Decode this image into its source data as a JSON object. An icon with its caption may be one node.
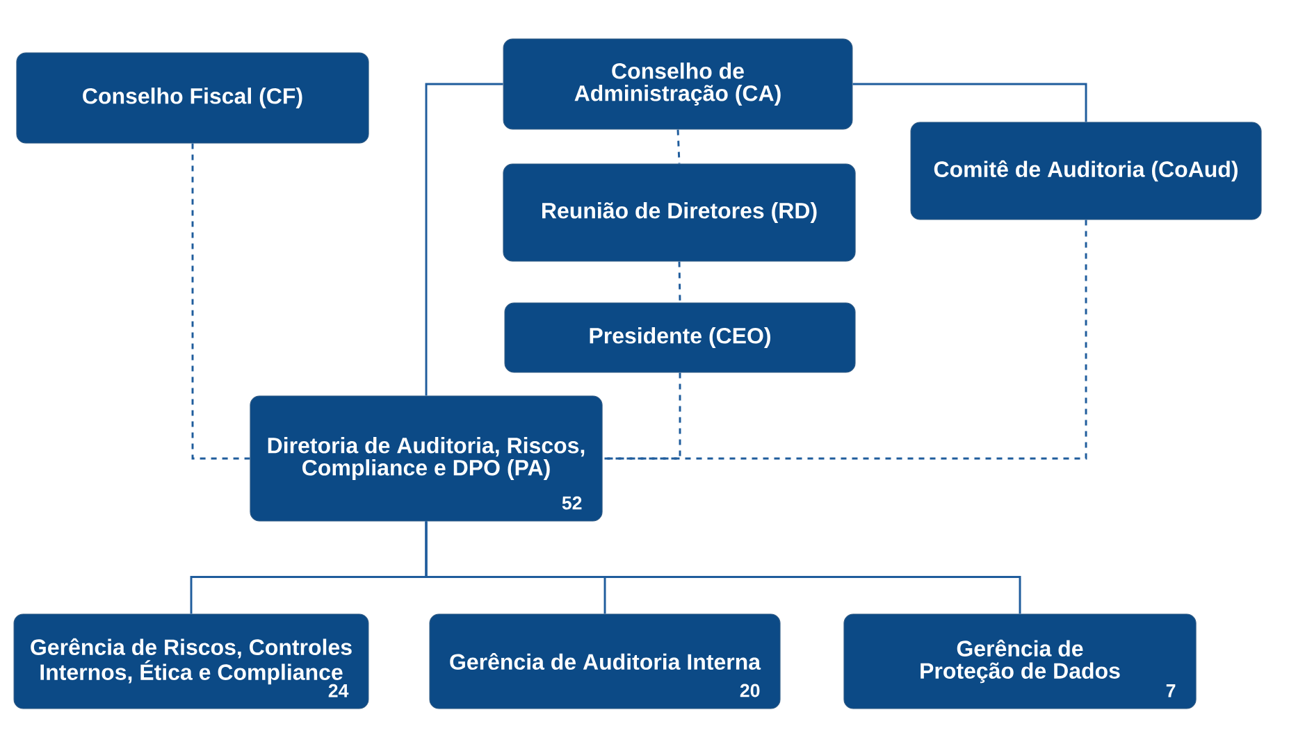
{
  "diagram": {
    "nodes": [
      {
        "text": [
          "Conselho Fiscal (CF)"
        ]
      },
      {
        "text": [
          "Conselho de Administração (CA)"
        ]
      },
      {
        "text": [
          "Comitê de Auditoria (CoAud)"
        ]
      },
      {
        "text": [
          "Reunião de Diretores (RD)"
        ]
      },
      {
        "text": [
          "Presidente (CEO)"
        ]
      },
      {
        "text": [
          "Diretoria de Auditoria, Riscos, Compliance e DPO (PA)",
          "52"
        ]
      },
      {
        "text": [
          "Gerência de Riscos, Controles Internos, Ética e Compliance",
          "24"
        ]
      },
      {
        "text": [
          "Gerência de Auditoria Interna",
          "20"
        ]
      },
      {
        "text": [
          "Gerência de Proteção de Dados",
          "7"
        ]
      }
    ],
    "edges": [
      {
        "from": 0,
        "to": 5,
        "arrow": "none",
        "style": "dashed"
      },
      {
        "from": 1,
        "to": 5,
        "arrow": "none"
      },
      {
        "from": 1,
        "to": 2,
        "arrow": "none"
      },
      {
        "from": 1,
        "to": 3,
        "arrow": "none",
        "style": "dashed"
      },
      {
        "from": 3,
        "to": 4,
        "arrow": "none",
        "style": "dashed"
      },
      {
        "from": 4,
        "to": 5,
        "arrow": "none",
        "style": "dashed"
      },
      {
        "from": 2,
        "to": 5,
        "arrow": "none",
        "style": "dashed"
      },
      {
        "from": 5,
        "to": 6,
        "arrow": "none"
      },
      {
        "from": 5,
        "to": 7,
        "arrow": "none"
      },
      {
        "from": 5,
        "to": 8,
        "arrow": "none"
      }
    ]
  }
}
